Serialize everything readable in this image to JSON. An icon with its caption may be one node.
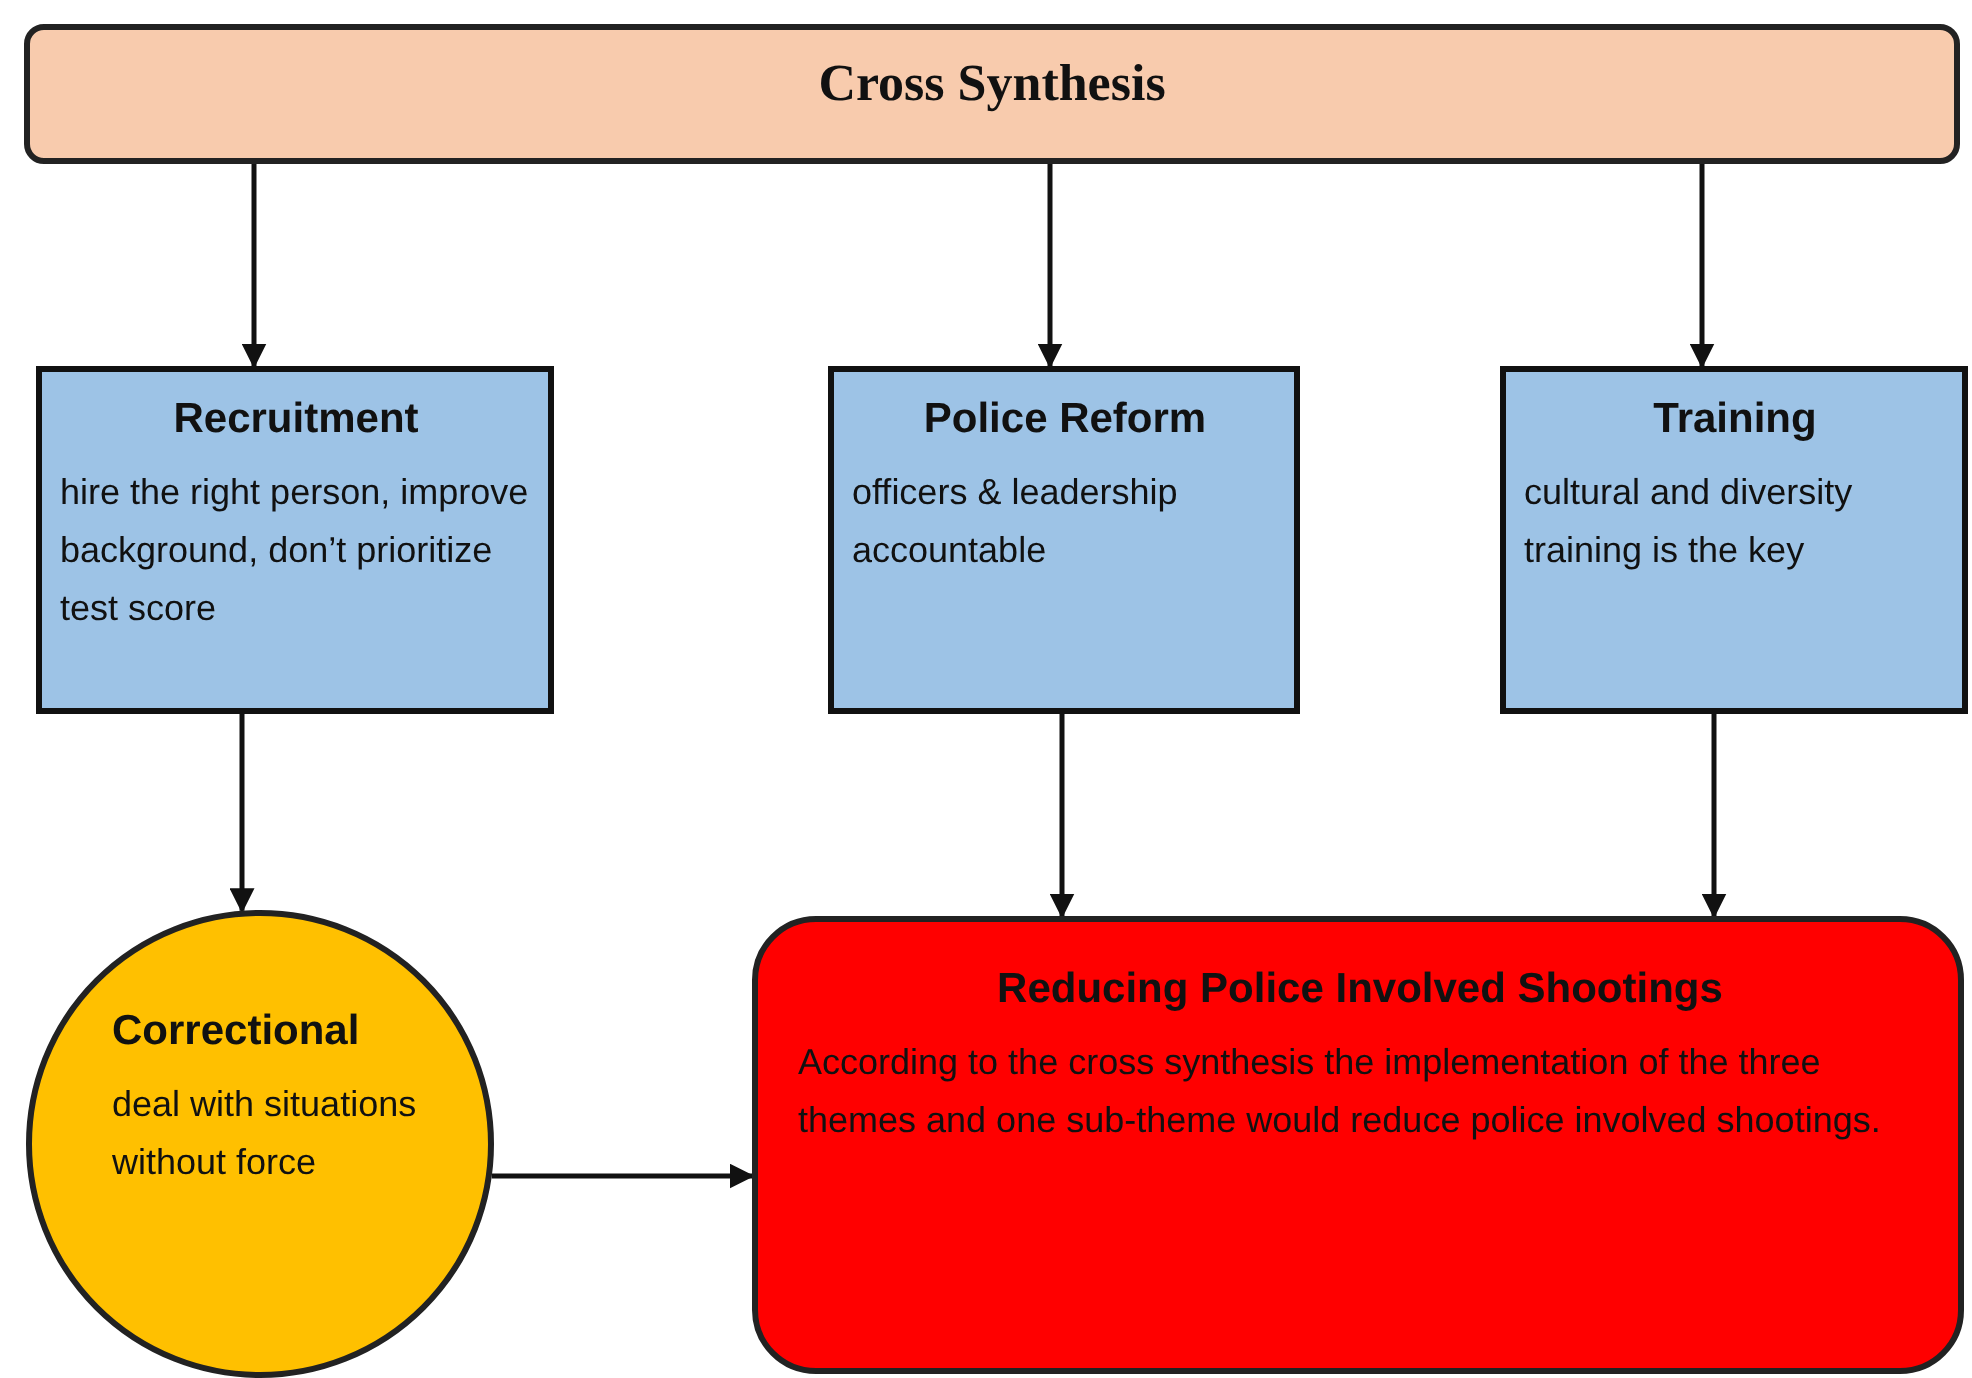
{
  "diagram": {
    "nodes": [
      {
        "text": [
          "Cross Synthesis"
        ]
      },
      {
        "text": [
          "Recruitment",
          "hire the right person, improve background, don’t prioritize test score"
        ]
      },
      {
        "text": [
          "Police Reform",
          "officers & leadership accountable"
        ]
      },
      {
        "text": [
          "Training",
          "cultural and diversity training is the key"
        ]
      },
      {
        "text": [
          "Correctional",
          "deal with situations without force"
        ]
      },
      {
        "text": [
          "Reducing Police Involved Shootings",
          "According to the cross synthesis the implementation of the three themes and one sub-theme would reduce police involved shootings."
        ]
      }
    ],
    "edges": [
      {
        "from": 0,
        "to": 1,
        "arrow": "to"
      },
      {
        "from": 0,
        "to": 2,
        "arrow": "to"
      },
      {
        "from": 0,
        "to": 3,
        "arrow": "to"
      },
      {
        "from": 1,
        "to": 4,
        "arrow": "to"
      },
      {
        "from": 2,
        "to": 5,
        "arrow": "to"
      },
      {
        "from": 3,
        "to": 5,
        "arrow": "to"
      },
      {
        "from": 4,
        "to": 5,
        "arrow": "to"
      }
    ]
  }
}
